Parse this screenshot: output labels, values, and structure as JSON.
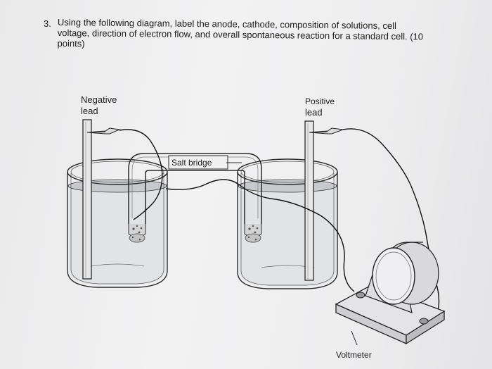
{
  "question": {
    "number": "3.",
    "lines": [
      "Using the following diagram, label the anode, cathode, composition of solutions, cell",
      "voltage, direction of electron flow, and overall spontaneous reaction for a standard cell. (10",
      "points)"
    ]
  },
  "diagram": {
    "negative_lead_line1": "Negative",
    "negative_lead_line2": "lead",
    "positive_lead_line1": "Positive",
    "positive_lead_line2": "lead",
    "salt_bridge": "Salt bridge",
    "voltmeter": "Voltmeter"
  }
}
